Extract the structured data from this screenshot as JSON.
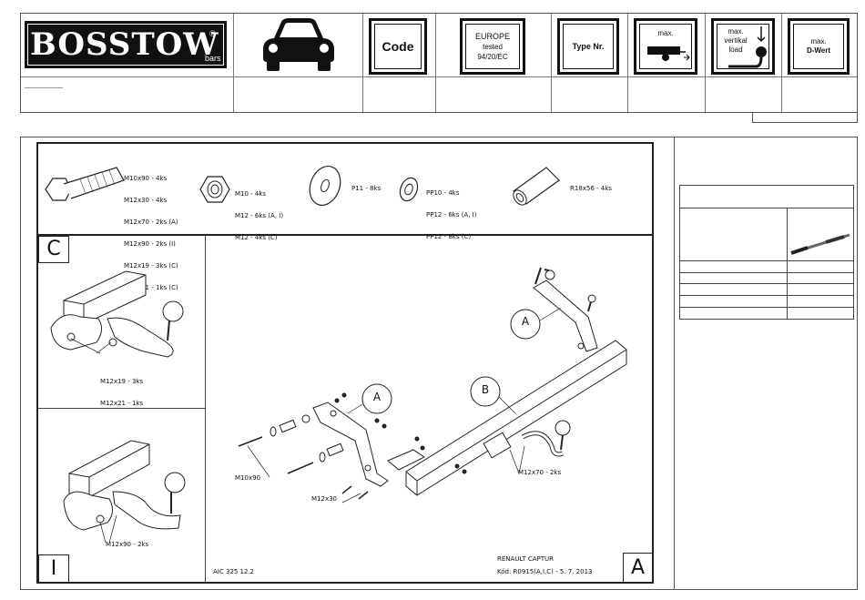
{
  "header": {
    "brand": "BOSSTOW",
    "brand_reg": "®",
    "brand_sub": "bars",
    "code_label": "Code",
    "europe_line1": "EUROPE",
    "europe_line2": "tested",
    "europe_line3": "94/20/EC",
    "type_label": "Type Nr.",
    "max_label": "max.",
    "vertical_line1": "max.",
    "vertical_line2": "vertikal",
    "vertical_line3": "load",
    "dwert_line1": "max.",
    "dwert_line2": "D-Wert"
  },
  "parts": {
    "bolts": [
      "M10x90 - 4ks",
      "M12x30 - 4ks",
      "M12x70 - 2ks (A)",
      "M12x90 - 2ks (I)",
      "M12x19 - 3ks (C)",
      "M12x21 - 1ks (C)"
    ],
    "nuts": [
      "M10 - 4ks",
      "M12 - 6ks (A, I)",
      "M12 - 4ks (C)"
    ],
    "washer_large": "P11 - 8ks",
    "washers_small": [
      "PP10 - 4ks",
      "PP12 - 6ks (A, I)",
      "PP12 - 8ks (C)"
    ],
    "spacer": "R18x56 - 4ks"
  },
  "panels": {
    "c_letter": "C",
    "c_bolts": [
      "M12x19 - 3ks",
      "M12x21 - 1ks"
    ],
    "i_letter": "I",
    "i_bolts": "M12x90 - 2ks",
    "a_letter": "A"
  },
  "main": {
    "callout_a_top": "A",
    "callout_b": "B",
    "callout_a_mid": "A",
    "bolt_m10x90": "M10x90",
    "bolt_m12x30": "M12x30",
    "bolt_m12x70": "M12x70 - 2ks",
    "drawing_no": "AIC 325 12.2",
    "vehicle": "RENAULT CAPTUR",
    "code_line": "Kód: R0915(A,I,C) - 5. 7. 2013"
  }
}
